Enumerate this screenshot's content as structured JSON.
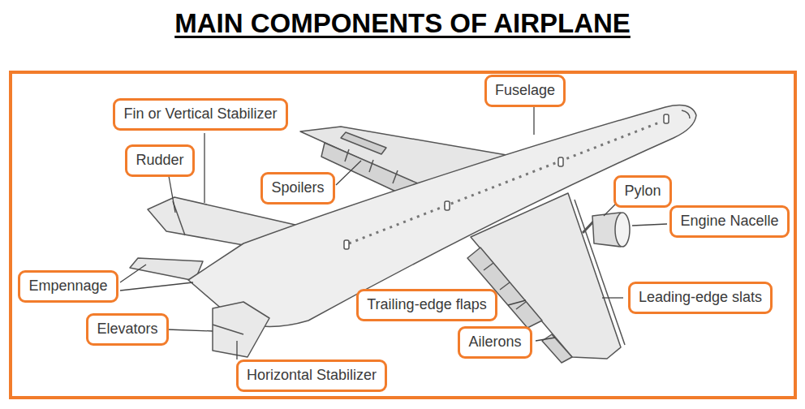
{
  "diagram": {
    "title": "MAIN COMPONENTS OF AIRPLANE",
    "nodes": [
      {
        "text": [
          "Fuselage"
        ]
      },
      {
        "text": [
          "Fin or Vertical Stabilizer"
        ]
      },
      {
        "text": [
          "Rudder"
        ]
      },
      {
        "text": [
          "Spoilers"
        ]
      },
      {
        "text": [
          "Pylon"
        ]
      },
      {
        "text": [
          "Engine Nacelle"
        ]
      },
      {
        "text": [
          "Empennage"
        ]
      },
      {
        "text": [
          "Trailing-edge flaps"
        ]
      },
      {
        "text": [
          "Leading-edge slats"
        ]
      },
      {
        "text": [
          "Elevators"
        ]
      },
      {
        "text": [
          "Ailerons"
        ]
      },
      {
        "text": [
          "Horizontal Stabilizer"
        ]
      }
    ]
  }
}
